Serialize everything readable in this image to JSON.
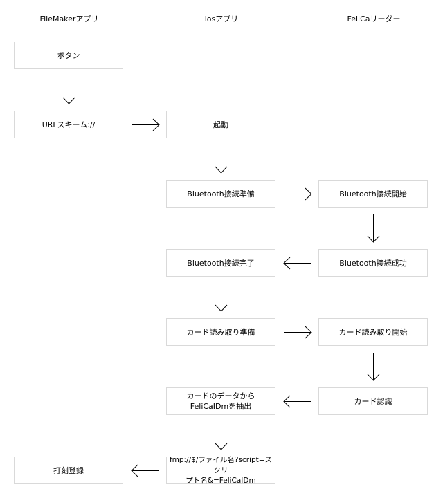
{
  "columns": {
    "filemaker": "FileMakerアプリ",
    "ios": "iosアプリ",
    "felica": "FeliCaリーダー"
  },
  "boxes": {
    "button": "ボタン",
    "url_scheme": "URLスキーム://",
    "launch": "起動",
    "bt_prepare": "Bluetooth接続準備",
    "bt_start": "Bluetooth接続開始",
    "bt_success": "Bluetooth接続成功",
    "bt_complete": "Bluetooth接続完了",
    "card_read_prepare": "カード読み取り準備",
    "card_read_start": "カード読み取り開始",
    "card_recognize": "カード認識",
    "extract_line1": "カードのデータから",
    "extract_line2": "FeliCaIDmを抽出",
    "fmp_line1": "fmp://$/ファイル名?script=スクリ",
    "fmp_line2": "プト名&=FeliCaIDm",
    "clock_in": "打刻登録"
  }
}
